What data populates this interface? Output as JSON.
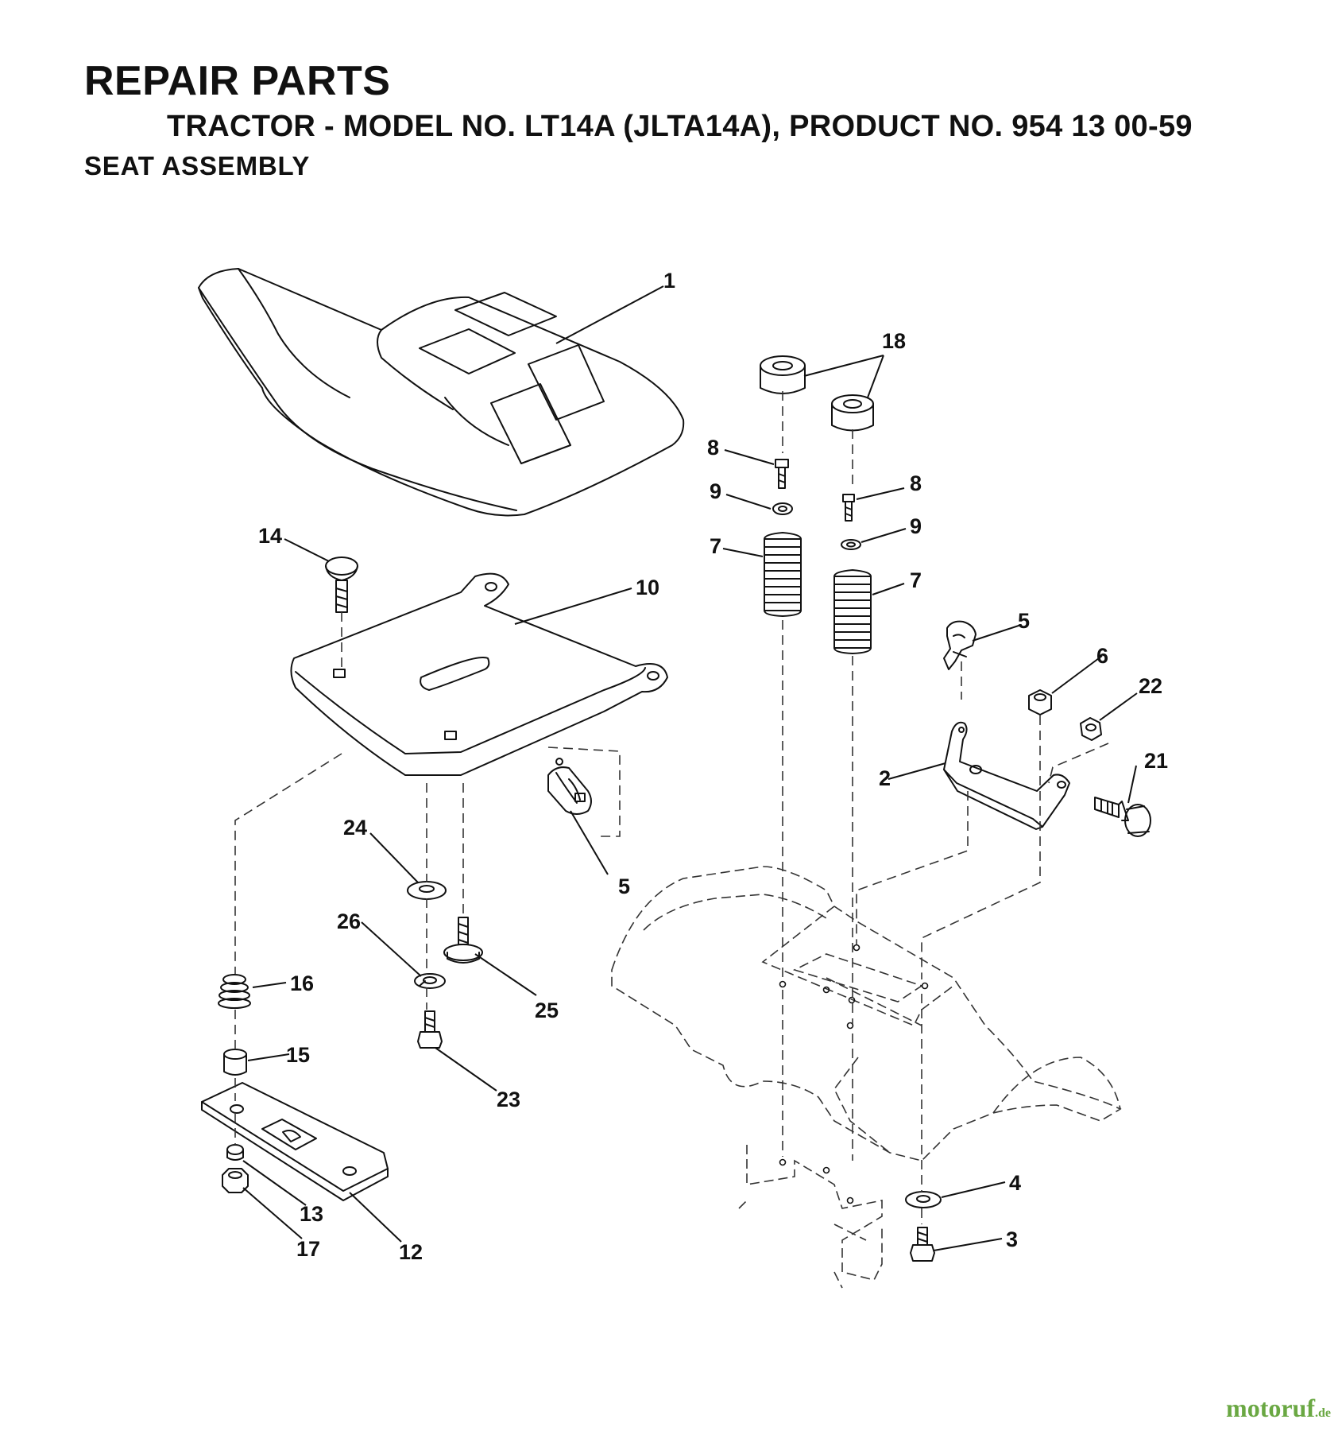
{
  "header": {
    "title": "REPAIR PARTS",
    "subtitle": "TRACTOR - MODEL NO. LT14A (JLTA14A), PRODUCT NO. 954 13 00-59",
    "section": "SEAT ASSEMBLY"
  },
  "callouts": {
    "c1": "1",
    "c18": "18",
    "c8a": "8",
    "c8b": "8",
    "c9a": "9",
    "c9b": "9",
    "c7a": "7",
    "c7b": "7",
    "c14": "14",
    "c10": "10",
    "c5a": "5",
    "c5b": "5",
    "c6": "6",
    "c22": "22",
    "c2": "2",
    "c21": "21",
    "c24": "24",
    "c26": "26",
    "c25": "25",
    "c16": "16",
    "c15": "15",
    "c23": "23",
    "c4": "4",
    "c3": "3",
    "c13": "13",
    "c17": "17",
    "c12": "12"
  },
  "watermark": {
    "name": "motoruf",
    "tld": ".de"
  },
  "colors": {
    "ink": "#111111",
    "watermark": "#6aa843"
  }
}
